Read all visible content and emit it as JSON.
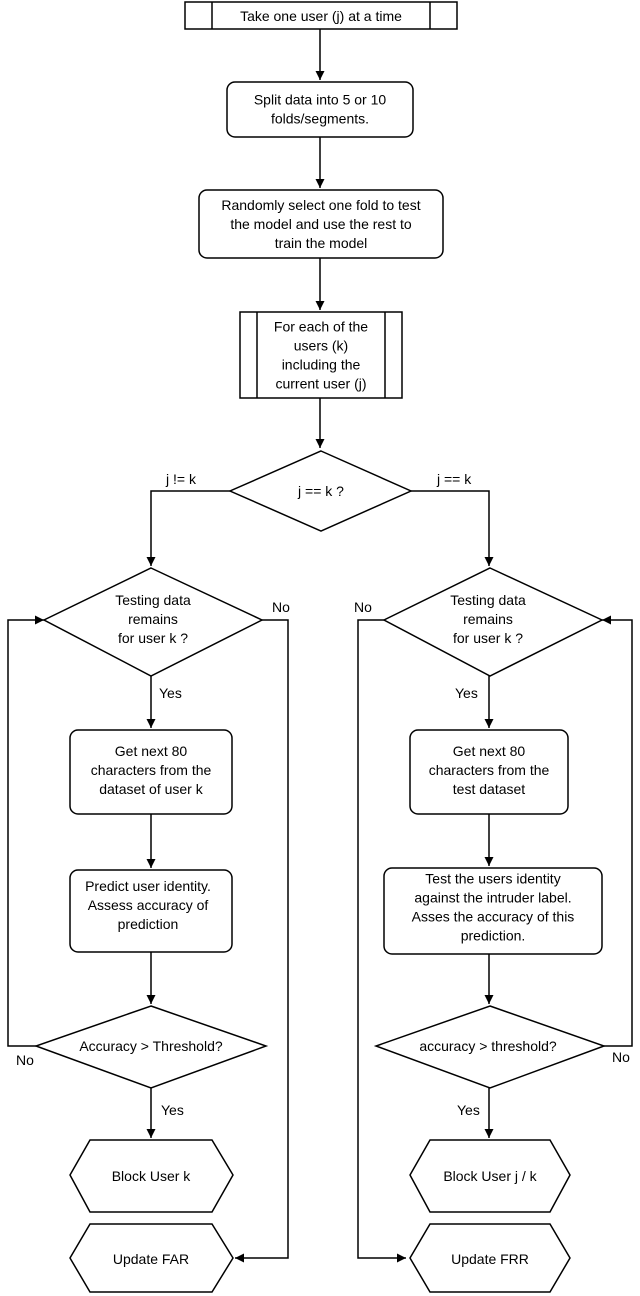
{
  "nodes": {
    "take_user": [
      "Take one user (j) at a time"
    ],
    "split_data": [
      "Split data into 5 or 10",
      "folds/segments."
    ],
    "select_fold": [
      "Randomly select one fold to test",
      "the model and use the rest to",
      "train the model"
    ],
    "for_each_user": [
      "For each of the",
      "users (k)",
      "including the",
      "current user (j)"
    ],
    "decision_jk": [
      "j == k ?"
    ],
    "left_testing": [
      "Testing data",
      "remains",
      "for user k ?"
    ],
    "left_get_next": [
      "Get next 80",
      "characters from the",
      "dataset of user k"
    ],
    "left_predict": [
      "Predict user identity.",
      "Assess accuracy of",
      "prediction"
    ],
    "left_accuracy": [
      "Accuracy > Threshold?"
    ],
    "left_block": [
      "Block User k"
    ],
    "left_update": [
      "Update FAR"
    ],
    "right_testing": [
      "Testing data",
      "remains",
      "for user k ?"
    ],
    "right_get_next": [
      "Get next 80",
      "characters from the",
      "test dataset"
    ],
    "right_test": [
      "Test the users identity",
      "against the intruder label.",
      "Asses the accuracy of this",
      "prediction."
    ],
    "right_accuracy": [
      "accuracy > threshold?"
    ],
    "right_block": [
      "Block User j / k"
    ],
    "right_update": [
      "Update FRR"
    ]
  },
  "edge_labels": {
    "not_equal": "j != k",
    "equal": "j == k",
    "left_testing_no": "No",
    "right_testing_no": "No",
    "left_testing_yes": "Yes",
    "right_testing_yes": "Yes",
    "left_accuracy_no": "No",
    "right_accuracy_no": "No",
    "left_accuracy_yes": "Yes",
    "right_accuracy_yes": "Yes"
  }
}
